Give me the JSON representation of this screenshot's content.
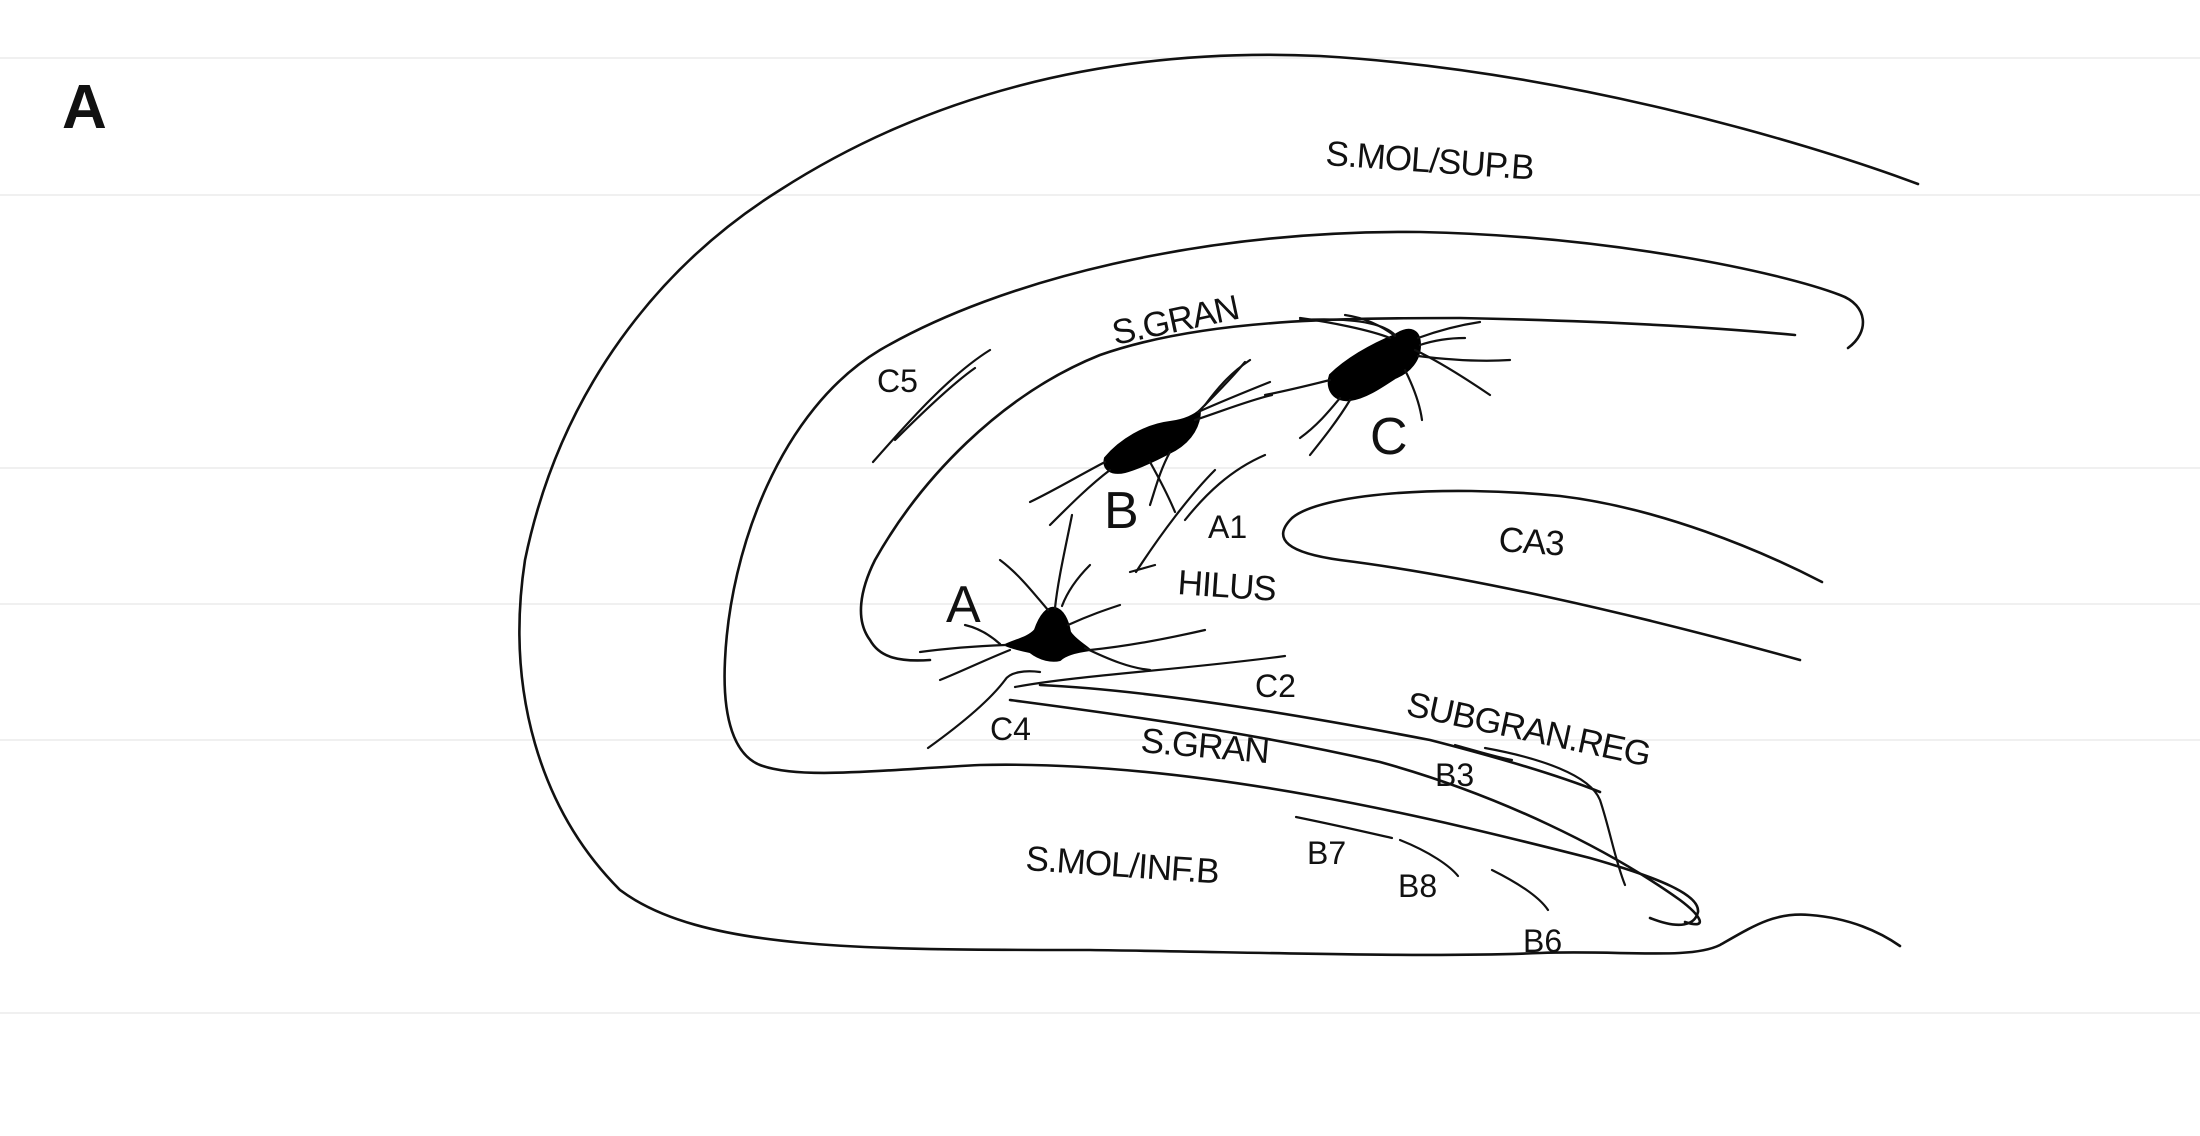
{
  "panel_label": "A",
  "regions": {
    "mol_sup": "S.MOL/SUP.B",
    "gran_upper": "S.GRAN",
    "gran_lower": "S.GRAN",
    "ca3": "CA3",
    "hilus": "HILUS",
    "subgran": "SUBGRAN.REG",
    "mol_inf": "S.MOL/INF.B"
  },
  "cells": {
    "a": "A",
    "b": "B",
    "c": "C"
  },
  "markers": {
    "a1": "A1",
    "b3": "B3",
    "b6": "B6",
    "b7": "B7",
    "b8": "B8",
    "c2": "C2",
    "c4": "C4",
    "c5": "C5"
  }
}
